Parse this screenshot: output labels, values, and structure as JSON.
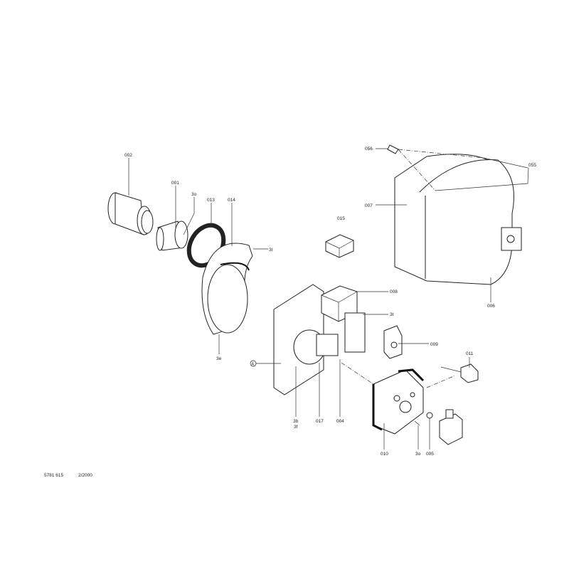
{
  "parts": {
    "p002": "002",
    "p001": "001",
    "p3o_a": "3o",
    "p013": "013",
    "p014": "014",
    "p3l": "3l",
    "p015": "015",
    "p056": "056",
    "p055": "055",
    "p007": "007",
    "p006": "006",
    "p008": "008",
    "p3t": "3t",
    "p009": "009",
    "p011": "011",
    "p3e": "3e",
    "pA": "A",
    "p3b": "3b",
    "p3f": "3f",
    "p017": "017",
    "p004": "004",
    "p010": "010",
    "p3o_b": "3o",
    "p005": "005"
  },
  "footer": {
    "doc_number": "5781 615",
    "date": "2/2000"
  }
}
